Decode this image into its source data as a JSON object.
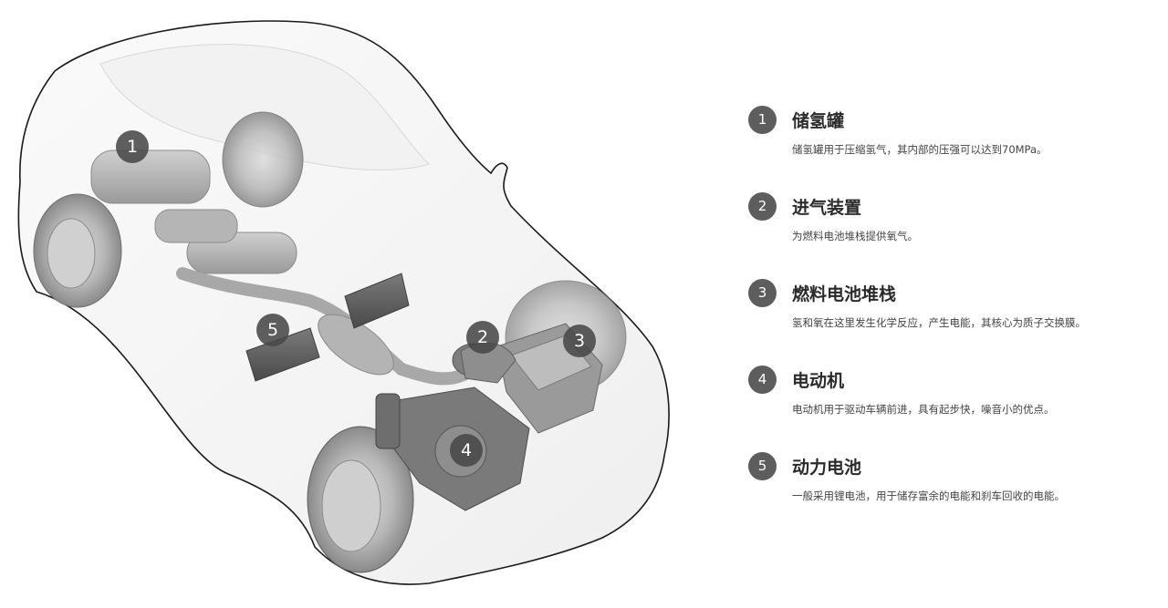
{
  "markers": [
    {
      "label": "1"
    },
    {
      "label": "2"
    },
    {
      "label": "3"
    },
    {
      "label": "4"
    },
    {
      "label": "5"
    }
  ],
  "legend": [
    {
      "number": "1",
      "title": "储氢罐",
      "description": "储氢罐用于压缩氢气，其内部的压强可以达到70MPa。"
    },
    {
      "number": "2",
      "title": "进气装置",
      "description": "为燃料电池堆栈提供氧气。"
    },
    {
      "number": "3",
      "title": "燃料电池堆栈",
      "description": "氢和氧在这里发生化学反应，产生电能，其核心为质子交换膜。"
    },
    {
      "number": "4",
      "title": "电动机",
      "description": "电动机用于驱动车辆前进，具有起步快，噪音小的优点。"
    },
    {
      "number": "5",
      "title": "动力电池",
      "description": "一般采用锂电池，用于储存富余的电能和刹车回收的电能。"
    }
  ],
  "colors": {
    "marker_fill": "#484848",
    "legend_number_fill": "#5d5d5d",
    "title_text": "#2b2b2b",
    "description_text": "#444444",
    "car_outline": "#1a1a1a"
  }
}
